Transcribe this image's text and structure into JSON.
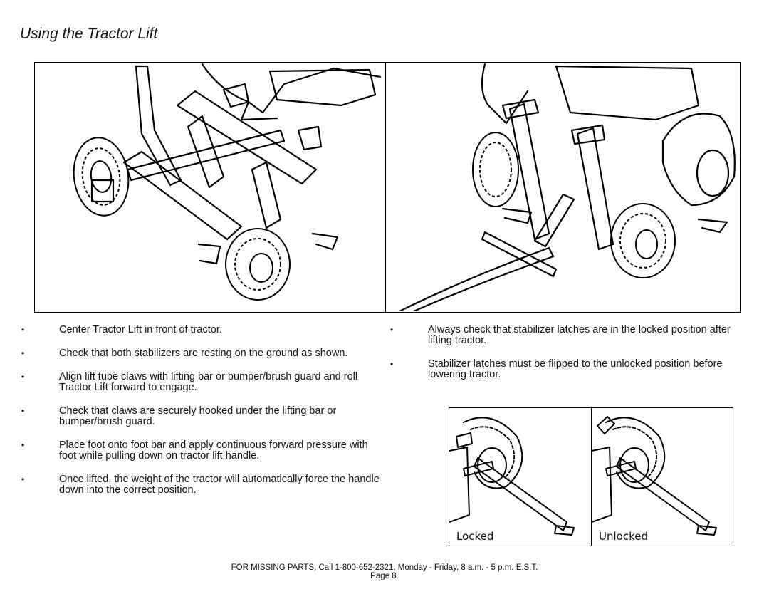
{
  "page": {
    "title": "Using the Tractor Lift"
  },
  "left_bullets": [
    "Center Tractor Lift in front of tractor.",
    "Check that both stabilizers are resting on the ground as shown.",
    "Align lift tube claws with lifting bar or bumper/brush guard and roll Tractor Lift forward to engage.",
    "Check that claws are securely hooked under the lifting bar or bumper/brush guard.",
    "Place foot onto foot bar and apply continuous forward pressure with foot while pulling down on tractor lift handle.",
    "Once lifted, the weight of the tractor will automatically force the handle down into the correct position."
  ],
  "right_bullets": [
    "Always check that stabilizer latches are in the locked position after lifting tractor.",
    "Stabilizer latches must be flipped to the unlocked position before lowering tractor."
  ],
  "latch_figure": {
    "locked_label": "Locked",
    "unlocked_label": "Unlocked"
  },
  "footer": {
    "line1": "FOR MISSING PARTS, Call 1-800-652-2321, Monday - Friday, 8 a.m. - 5 p.m. E.S.T.",
    "line2": "Page 8."
  }
}
